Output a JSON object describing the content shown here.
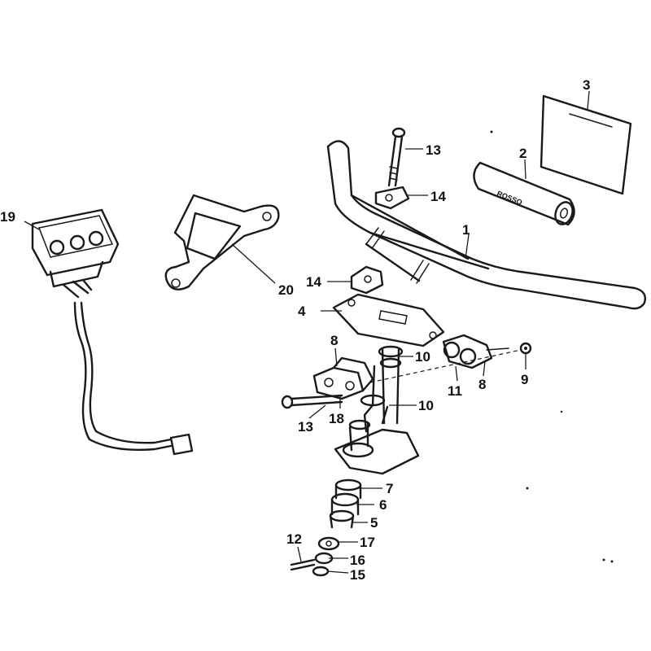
{
  "diagram": {
    "callouts": [
      {
        "id": "c1",
        "label": "1"
      },
      {
        "id": "c2",
        "label": "2"
      },
      {
        "id": "c3",
        "label": "3"
      },
      {
        "id": "c4",
        "label": "4"
      },
      {
        "id": "c5",
        "label": "5"
      },
      {
        "id": "c6",
        "label": "6"
      },
      {
        "id": "c7",
        "label": "7"
      },
      {
        "id": "c8a",
        "label": "8"
      },
      {
        "id": "c8b",
        "label": "8"
      },
      {
        "id": "c9",
        "label": "9"
      },
      {
        "id": "c10a",
        "label": "10"
      },
      {
        "id": "c10b",
        "label": "10"
      },
      {
        "id": "c11",
        "label": "11"
      },
      {
        "id": "c12",
        "label": "12"
      },
      {
        "id": "c13a",
        "label": "13"
      },
      {
        "id": "c13b",
        "label": "13"
      },
      {
        "id": "c14a",
        "label": "14"
      },
      {
        "id": "c14b",
        "label": "14"
      },
      {
        "id": "c15",
        "label": "15"
      },
      {
        "id": "c16",
        "label": "16"
      },
      {
        "id": "c17",
        "label": "17"
      },
      {
        "id": "c18",
        "label": "18"
      },
      {
        "id": "c19",
        "label": "19"
      },
      {
        "id": "c20",
        "label": "20"
      }
    ],
    "pad_text": "ROSSO"
  }
}
